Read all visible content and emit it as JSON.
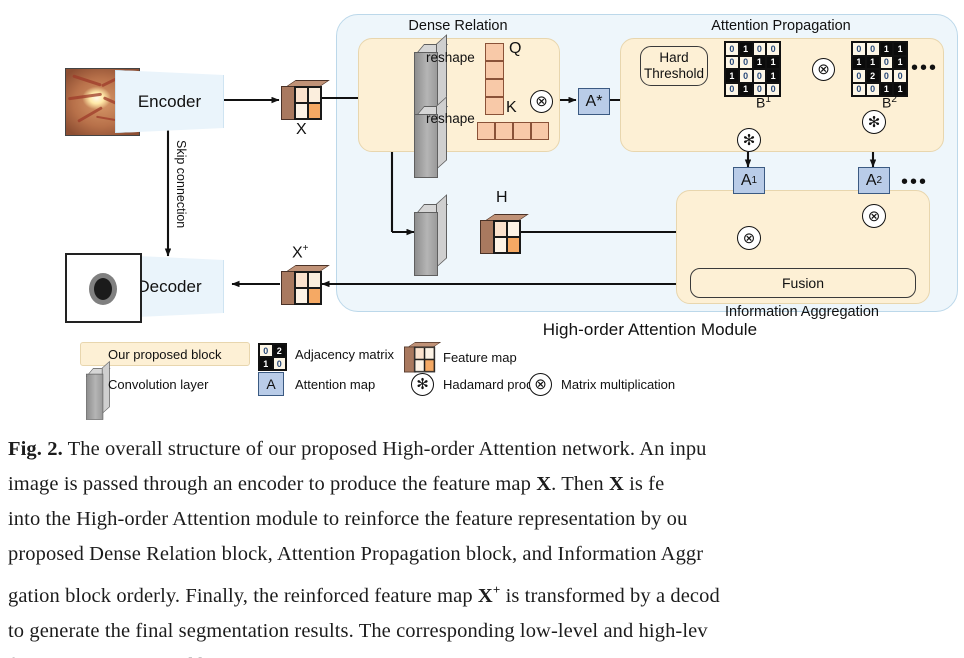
{
  "figure": {
    "module_label": "High-order Attention Module",
    "blocks": {
      "dense_relation": "Dense Relation",
      "attention_propagation": "Attention Propagation",
      "information_aggregation": "Information Aggregation"
    },
    "encoder": "Encoder",
    "decoder": "Decoder",
    "skip_connection": "Skip connection",
    "hard_threshold_line1": "Hard",
    "hard_threshold_line2": "Threshold",
    "fusion": "Fusion",
    "reshape_top": "reshape",
    "reshape_bottom": "reshape",
    "labels": {
      "x": "X",
      "x_plus_base": "X",
      "x_plus_sup": "+",
      "q": "Q",
      "k": "K",
      "h": "H",
      "a_star": "A*",
      "a1_base": "A",
      "a1_sup": "1",
      "a2_base": "A",
      "a2_sup": "2",
      "b1_base": "B",
      "b1_sup": "1",
      "b2_base": "B",
      "b2_sup": "2",
      "ellipsis_top": "•••",
      "ellipsis_bottom": "•••"
    },
    "operators": {
      "matmul": "⊗",
      "hadamard": "✻"
    },
    "matrices": {
      "B1": [
        [
          0,
          1,
          0,
          0
        ],
        [
          0,
          0,
          1,
          1
        ],
        [
          1,
          0,
          0,
          1
        ],
        [
          0,
          1,
          0,
          0
        ]
      ],
      "B2": [
        [
          0,
          0,
          1,
          1
        ],
        [
          1,
          1,
          0,
          1
        ],
        [
          0,
          2,
          0,
          0
        ],
        [
          0,
          0,
          1,
          1
        ]
      ],
      "legend_adj": [
        [
          0,
          2
        ],
        [
          1,
          0
        ]
      ]
    },
    "legend": [
      {
        "id": "proposed-block",
        "label": "Our proposed block",
        "icon": "cream-rounded-rect"
      },
      {
        "id": "adjacency-matrix",
        "label": "Adjacency matrix",
        "icon": "adjacency-matrix-icon"
      },
      {
        "id": "feature-map",
        "label": "Feature map",
        "icon": "feature-map-cube-icon"
      },
      {
        "id": "convolution-layer",
        "label": "Convolution layer",
        "icon": "conv-slab-icon"
      },
      {
        "id": "attention-map",
        "label": "Attention map",
        "icon": "attention-map-icon",
        "glyph": "A"
      },
      {
        "id": "hadamard-product",
        "label": "Hadamard product",
        "icon": "hadamard-icon",
        "glyph": "✻"
      },
      {
        "id": "matrix-multiplication",
        "label": "Matrix multiplication",
        "icon": "matmul-icon",
        "glyph": "⊗"
      }
    ],
    "colors": {
      "hoam_fill": "#eef6fb",
      "hoam_border": "#bcd8ea",
      "block_fill": "#fdf0d5",
      "block_border": "#e8d6ae",
      "attention_map_fill": "#b9cce8",
      "attention_map_border": "#3b5a82",
      "qk_fill": "#f8c9a8",
      "conv_gray": "#9a9a9a",
      "cube_brown": "#a9795f",
      "trapezoid_fill": "#eaf4fb"
    }
  },
  "caption": {
    "tag": "Fig. 2.",
    "line1": "The overall structure of our proposed High-order Attention network. An inpu",
    "line2a": "image is passed through an encoder to produce the feature map ",
    "line2b": "X",
    "line2c": ". Then ",
    "line2d": "X",
    "line2e": " is fe",
    "line3": "into the High-order Attention module to reinforce the feature representation by ou",
    "line4": "proposed Dense Relation block, Attention Propagation block, and Information Aggr",
    "line5a": "gation block orderly. Finally, the reinforced feature map ",
    "line5b": "X",
    "line5c": "+",
    "line5d": " is transformed by a decod",
    "line6": "to generate the final segmentation results. The corresponding low-level and high-lev",
    "line7": "features are connected by skip connections."
  }
}
